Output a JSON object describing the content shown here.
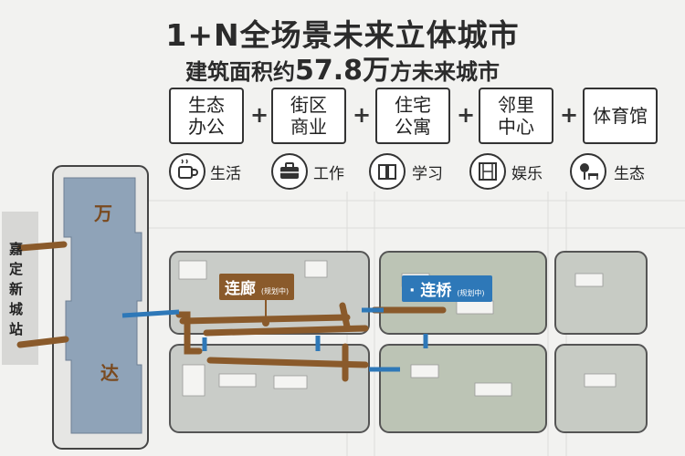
{
  "header": {
    "title": "1+N全场景未来立体城市",
    "subtitle_pre": "建筑面积约",
    "subtitle_num": "57.8万",
    "subtitle_post": "方未来城市"
  },
  "categories": [
    "生态\n办公",
    "街区\n商业",
    "住宅\n公寓",
    "邻里\n中心",
    "体育馆"
  ],
  "features": [
    {
      "icon": "coffee-cup-icon",
      "label": "生活"
    },
    {
      "icon": "briefcase-icon",
      "label": "工作"
    },
    {
      "icon": "book-icon",
      "label": "学习"
    },
    {
      "icon": "film-icon",
      "label": "娱乐"
    },
    {
      "icon": "plant-bench-icon",
      "label": "生态"
    }
  ],
  "map": {
    "station": "嘉定新城站",
    "wanda_1": "万",
    "wanda_2": "达",
    "corridor_label": "连廊",
    "corridor_note": "(规划中)",
    "bridge_label": "连桥",
    "bridge_note": "(规划中)"
  },
  "colors": {
    "corridor": "#8a5a2b",
    "bridge": "#2e78b8",
    "mall": "#8fa3b8"
  }
}
